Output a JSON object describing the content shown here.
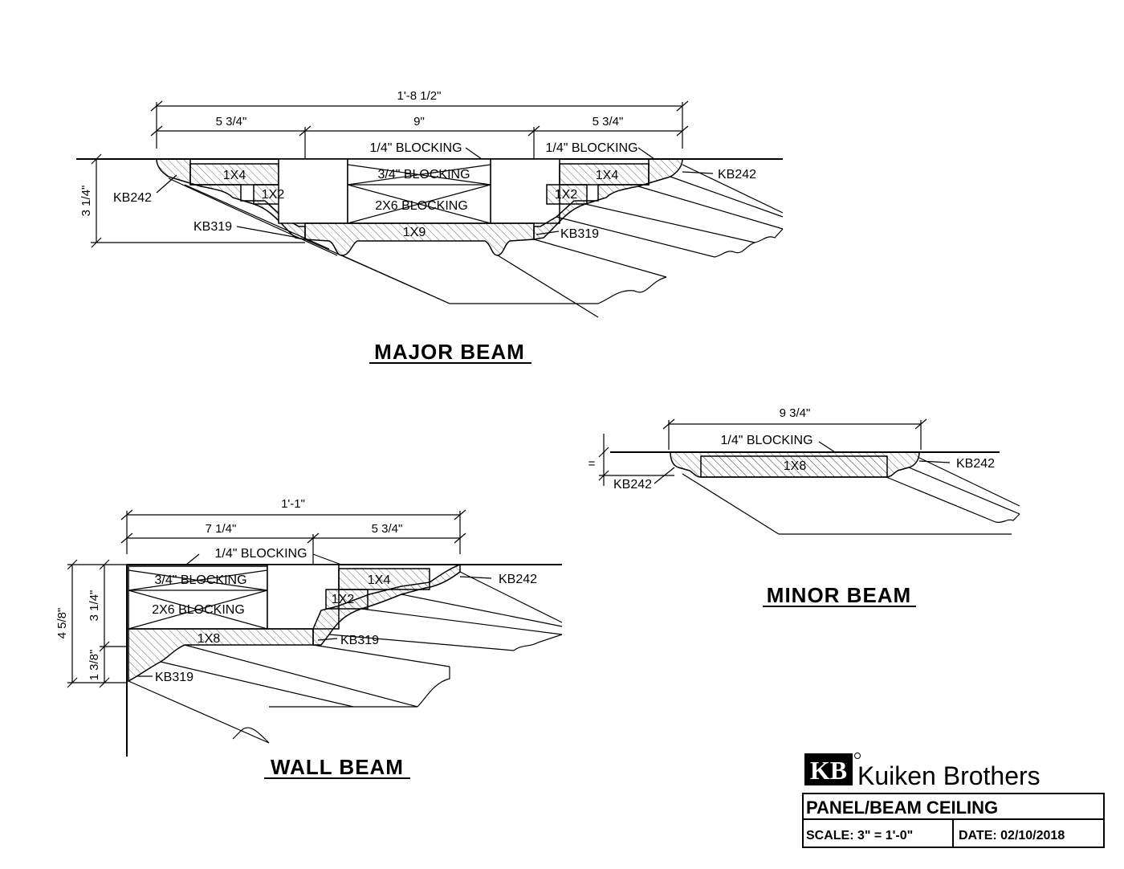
{
  "major_beam": {
    "title": "MAJOR BEAM",
    "dim_overall": "1'-8 1/2\"",
    "dim_left": "5 3/4\"",
    "dim_mid": "9\"",
    "dim_right": "5 3/4\"",
    "dim_height": "3 1/4\"",
    "lbl_blocking_quarter_1": "1/4\" BLOCKING",
    "lbl_blocking_quarter_2": "1/4\" BLOCKING",
    "lbl_blocking_three_quarter": "3/4\" BLOCKING",
    "lbl_2x6_blocking": "2X6 BLOCKING",
    "lbl_1x4_left": "1X4",
    "lbl_1x4_right": "1X4",
    "lbl_1x2_left": "1X2",
    "lbl_1x2_right": "1X2",
    "lbl_1x9": "1X9",
    "lbl_kb242_left": "KB242",
    "lbl_kb242_right": "KB242",
    "lbl_kb319_left": "KB319",
    "lbl_kb319_right": "KB319"
  },
  "minor_beam": {
    "title": "MINOR BEAM",
    "dim_overall": "9 3/4\"",
    "dim_height": "=",
    "lbl_blocking_quarter": "1/4\" BLOCKING",
    "lbl_1x8": "1X8",
    "lbl_kb242_left": "KB242",
    "lbl_kb242_right": "KB242"
  },
  "wall_beam": {
    "title": "WALL BEAM",
    "dim_overall": "1'-1\"",
    "dim_left": "7 1/4\"",
    "dim_right": "5 3/4\"",
    "dim_height_total": "4 5/8\"",
    "dim_height_upper": "3 1/4\"",
    "dim_height_lower": "1 3/8\"",
    "lbl_blocking_quarter": "1/4\" BLOCKING",
    "lbl_blocking_three_quarter": "3/4\" BLOCKING",
    "lbl_2x6_blocking": "2X6 BLOCKING",
    "lbl_1x4": "1X4",
    "lbl_1x2": "1X2",
    "lbl_1x8": "1X8",
    "lbl_kb242": "KB242",
    "lbl_kb319_mid": "KB319",
    "lbl_kb319_low": "KB319"
  },
  "title_block": {
    "logo_mark": "KB",
    "company": "Kuiken Brothers",
    "drawing_title": "PANEL/BEAM CEILING",
    "scale": "SCALE: 3\" = 1'-0\"",
    "date": "DATE: 02/10/2018"
  }
}
